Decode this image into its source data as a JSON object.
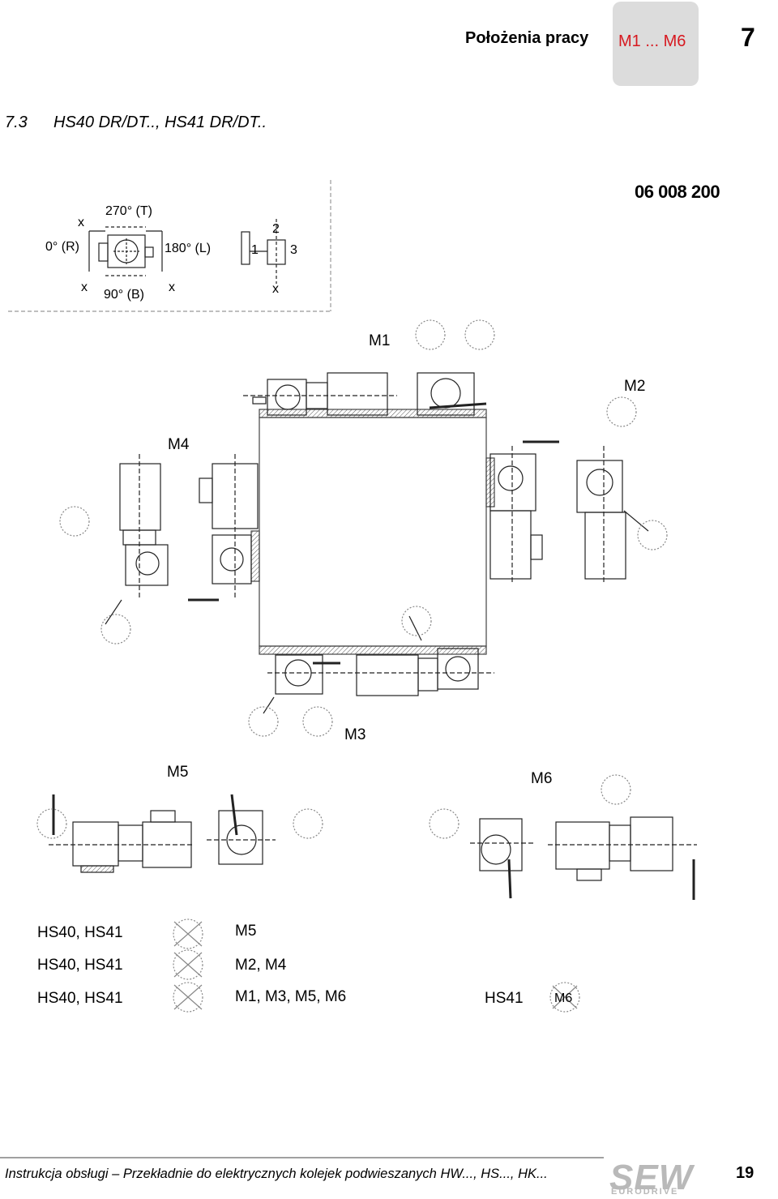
{
  "header": {
    "title": "Położenia pracy",
    "range": "M1 ... M6",
    "chapter": "7"
  },
  "section": {
    "number": "7.3",
    "title": "HS40 DR/DT.., HS41 DR/DT.."
  },
  "docnum": "06 008 200",
  "position_key": {
    "angle_270": "270° (T)",
    "angle_0": "0° (R)",
    "angle_180": "180° (L)",
    "angle_90": "90° (B)",
    "x_mark": "x",
    "terminal_1": "1",
    "terminal_2": "2",
    "terminal_3": "3"
  },
  "positions": {
    "m1": "M1",
    "m2": "M2",
    "m3": "M3",
    "m4": "M4",
    "m5": "M5",
    "m6": "M6"
  },
  "table": {
    "rows": [
      {
        "models": "HS40, HS41",
        "positions": "M5"
      },
      {
        "models": "HS40, HS41",
        "positions": "M2, M4"
      },
      {
        "models": "HS40, HS41",
        "positions": "M1, M3, M5, M6"
      }
    ],
    "extra_model": "HS41",
    "extra_position": "M6"
  },
  "footer": {
    "text": "Instrukcja obsługi – Przekładnie do elektrycznych kolejek podwieszanych HW..., HS..., HK...",
    "page": "19",
    "logo": "SEW",
    "logo_sub": "EURODRIVE"
  },
  "colors": {
    "accent": "#d71920",
    "tab_bg": "#dcdcdc",
    "logo_grey": "#b9b9b9"
  }
}
